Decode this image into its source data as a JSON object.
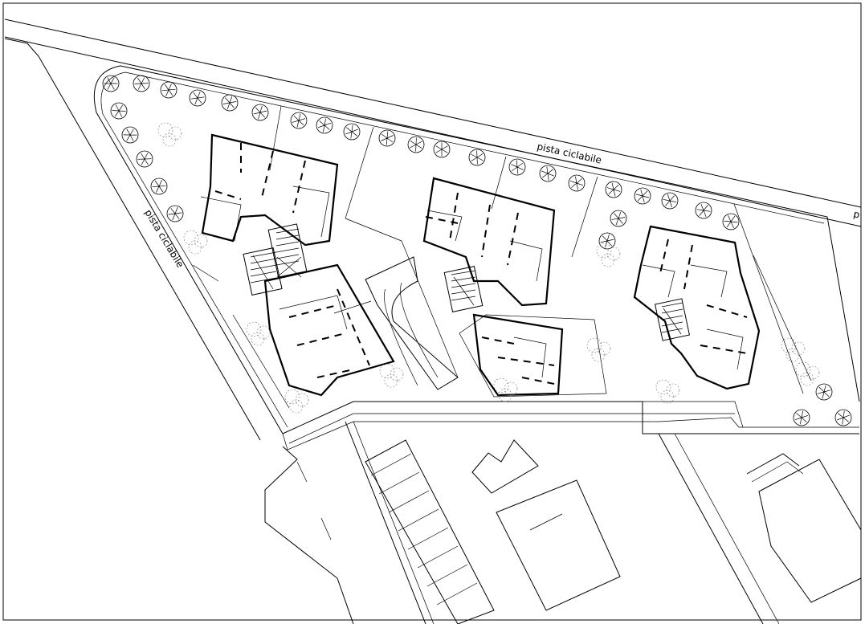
{
  "labels": {
    "top_path": "pista  ciclabile",
    "left_path": "pista  ciclabile",
    "right_edge": "p"
  }
}
